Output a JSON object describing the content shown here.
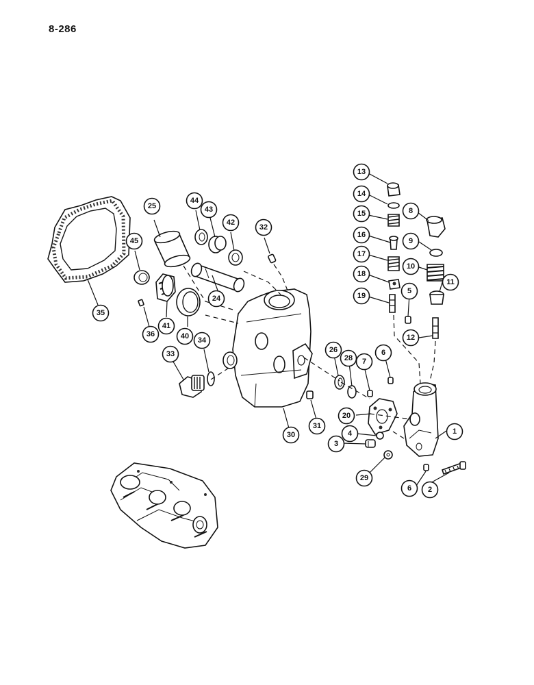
{
  "page_number": "8-286",
  "callouts": [
    {
      "id": "c1",
      "label": "1"
    },
    {
      "id": "c2",
      "label": "2"
    },
    {
      "id": "c3",
      "label": "3"
    },
    {
      "id": "c4",
      "label": "4"
    },
    {
      "id": "c5",
      "label": "5"
    },
    {
      "id": "c6a",
      "label": "6"
    },
    {
      "id": "c6b",
      "label": "6"
    },
    {
      "id": "c7",
      "label": "7"
    },
    {
      "id": "c8",
      "label": "8"
    },
    {
      "id": "c9",
      "label": "9"
    },
    {
      "id": "c10",
      "label": "10"
    },
    {
      "id": "c11",
      "label": "11"
    },
    {
      "id": "c12",
      "label": "12"
    },
    {
      "id": "c13",
      "label": "13"
    },
    {
      "id": "c14",
      "label": "14"
    },
    {
      "id": "c15",
      "label": "15"
    },
    {
      "id": "c16",
      "label": "16"
    },
    {
      "id": "c17",
      "label": "17"
    },
    {
      "id": "c18",
      "label": "18"
    },
    {
      "id": "c19",
      "label": "19"
    },
    {
      "id": "c20",
      "label": "20"
    },
    {
      "id": "c24",
      "label": "24"
    },
    {
      "id": "c25",
      "label": "25"
    },
    {
      "id": "c26",
      "label": "26"
    },
    {
      "id": "c28",
      "label": "28"
    },
    {
      "id": "c29",
      "label": "29"
    },
    {
      "id": "c30",
      "label": "30"
    },
    {
      "id": "c31",
      "label": "31"
    },
    {
      "id": "c32",
      "label": "32"
    },
    {
      "id": "c33",
      "label": "33"
    },
    {
      "id": "c34",
      "label": "34"
    },
    {
      "id": "c35",
      "label": "35"
    },
    {
      "id": "c36",
      "label": "36"
    },
    {
      "id": "c40",
      "label": "40"
    },
    {
      "id": "c41",
      "label": "41"
    },
    {
      "id": "c42",
      "label": "42"
    },
    {
      "id": "c43",
      "label": "43"
    },
    {
      "id": "c44",
      "label": "44"
    },
    {
      "id": "c45",
      "label": "45"
    }
  ]
}
